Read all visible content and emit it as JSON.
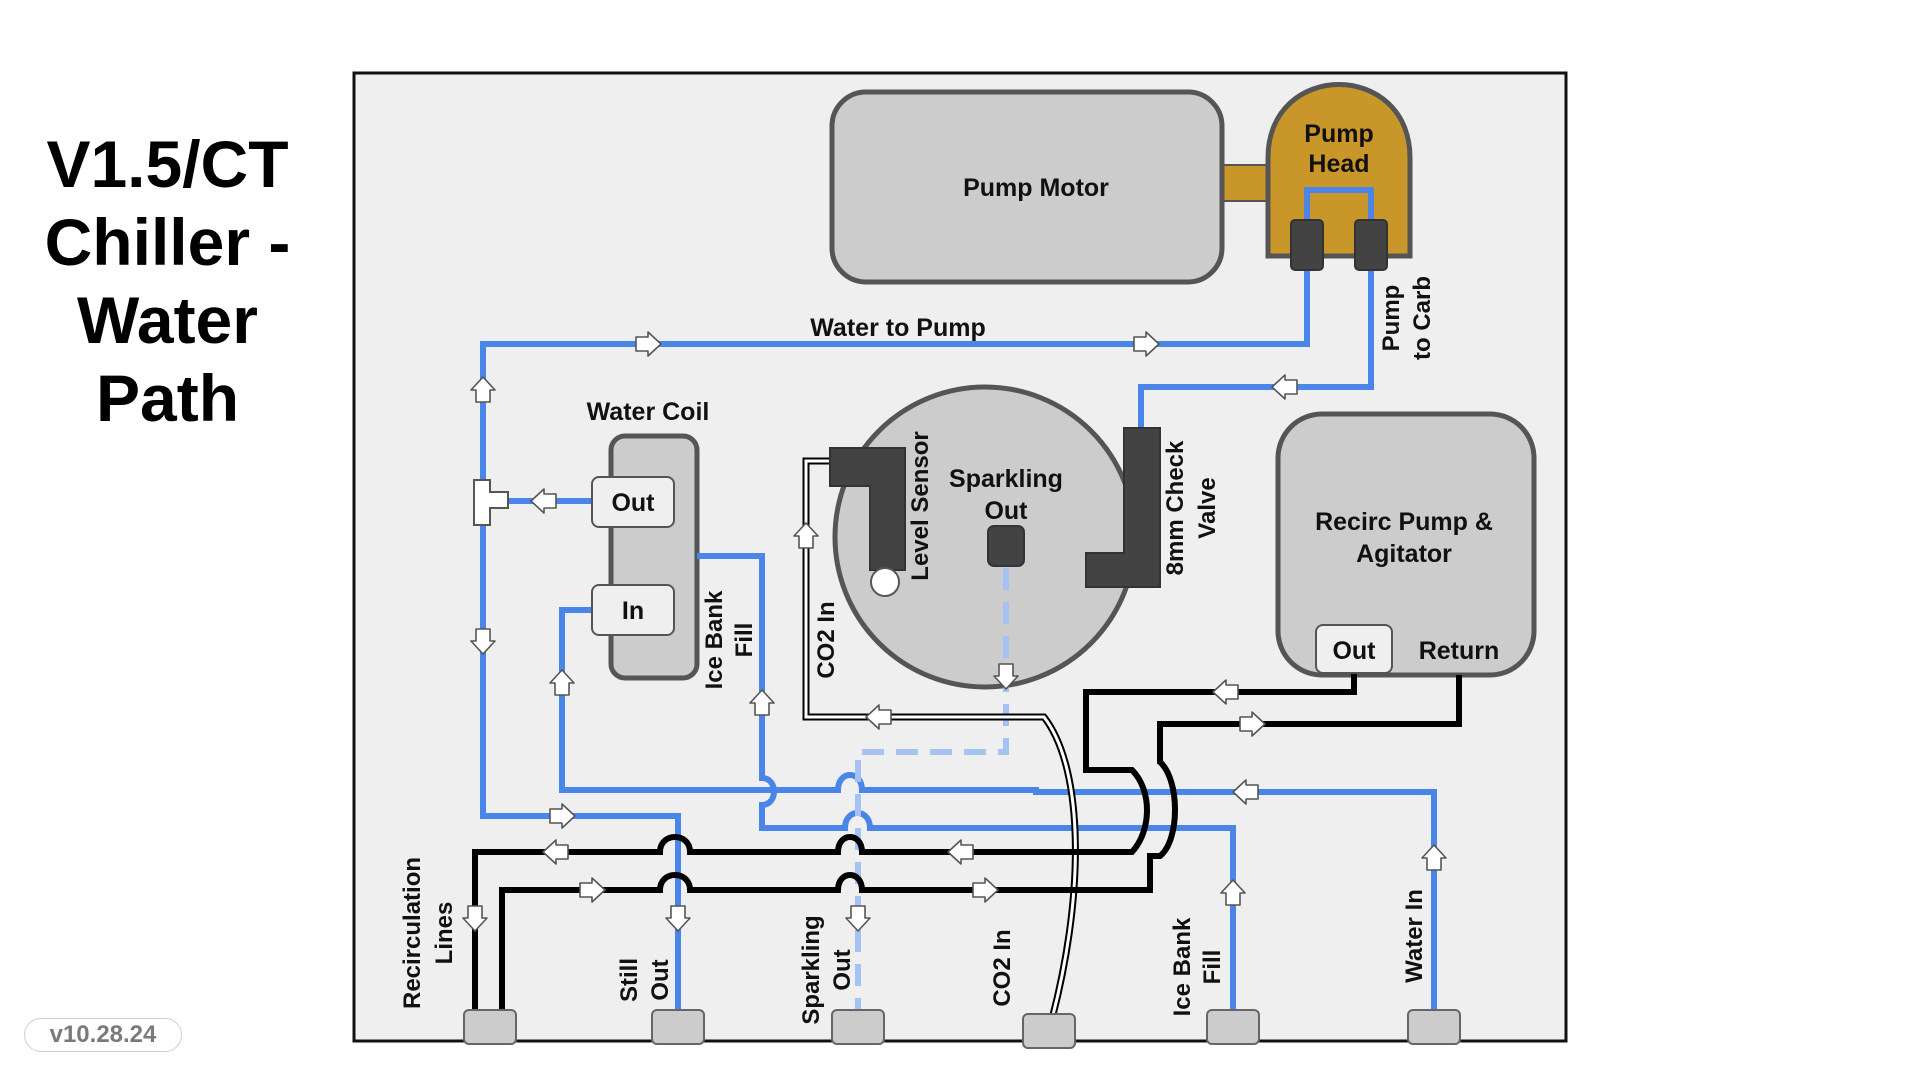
{
  "title": {
    "line1": "V1.5/CT",
    "line2": "Chiller -",
    "line3": "Water",
    "line4": "Path"
  },
  "version": "v10.28.24",
  "colors": {
    "water": "#4a86e8",
    "sparkling": "#a4c2f4",
    "recirc": "#000000",
    "co2": "#000000",
    "pump_head": "#c9962a",
    "component": "#cccccc",
    "panel": "#efefef",
    "fitting": "#434343"
  },
  "components": {
    "pump_motor": "Pump Motor",
    "pump_head_1": "Pump",
    "pump_head_2": "Head",
    "water_coil": "Water Coil",
    "coil_out": "Out",
    "coil_in": "In",
    "sparkling_1": "Sparkling",
    "sparkling_2": "Out",
    "level_sensor": "Level Sensor",
    "check_valve_1": "8mm Check",
    "check_valve_2": "Valve",
    "recirc_1": "Recirc Pump &",
    "recirc_2": "Agitator",
    "recirc_out": "Out",
    "recirc_return": "Return"
  },
  "line_labels": {
    "water_to_pump": "Water to Pump",
    "pump_to_carb_1": "Pump",
    "pump_to_carb_2": "to Carb",
    "ice_bank_fill_1": "Ice Bank",
    "ice_bank_fill_2": "Fill",
    "co2_in": "CO2 In"
  },
  "ports": {
    "recirc_1": "Recirculation",
    "recirc_2": "Lines",
    "still_1": "Still",
    "still_2": "Out",
    "sparkling_1": "Sparkling",
    "sparkling_2": "Out",
    "co2": "CO2 In",
    "ice_1": "Ice Bank",
    "ice_2": "Fill",
    "water_in": "Water In"
  }
}
